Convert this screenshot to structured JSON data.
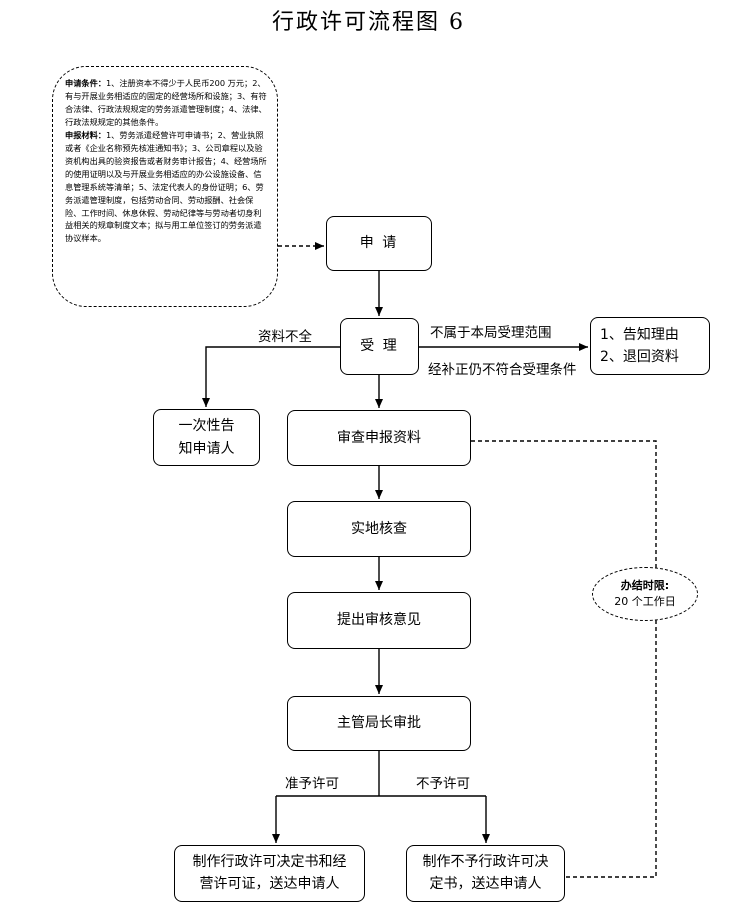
{
  "title": "行政许可流程图 6",
  "note": {
    "conditions_label": "申请条件：",
    "conditions_text": "1、注册资本不得少于人民币200 万元；2、有与开展业务相适应的固定的经营场所和设施；3、有符合法律、行政法规规定的劳务派遣管理制度；4、法律、行政法规规定的其他条件。",
    "materials_label": "申报材料：",
    "materials_text": "1、劳务派遣经营许可申请书；2、营业执照或者《企业名称预先核准通知书》；3、公司章程以及验资机构出具的验资报告或者财务审计报告；4、经营场所的使用证明以及与开展业务相适应的办公设施设备、信息管理系统等清单；5、法定代表人的身份证明；6、劳务派遣管理制度，包括劳动合同、劳动报酬、社会保险、工作时间、休息休假、劳动纪律等与劳动者切身利益相关的规章制度文本；拟与用工单位签订的劳务派遣协议样本。"
  },
  "nodes": {
    "apply": "申 请",
    "accept": "受 理",
    "inform_line1": "一次性告",
    "inform_line2": "知申请人",
    "reject_line1": "1、告知理由",
    "reject_line2": "2、退回资料",
    "review": "审查申报资料",
    "inspect": "实地核查",
    "opinion": "提出审核意见",
    "approve": "主管局长审批",
    "grant_line1": "制作行政许可决定书和经",
    "grant_line2": "营许可证，送达申请人",
    "deny_line1": "制作不予行政许可决",
    "deny_line2": "定书，送达申请人"
  },
  "labels": {
    "incomplete": "资料不全",
    "not_in_scope": "不属于本局受理范围",
    "still_not_met": "经补正仍不符合受理条件",
    "permit": "准予许可",
    "not_permit": "不予许可"
  },
  "deadline": {
    "label": "办结时限:",
    "value": "20 个工作日"
  }
}
